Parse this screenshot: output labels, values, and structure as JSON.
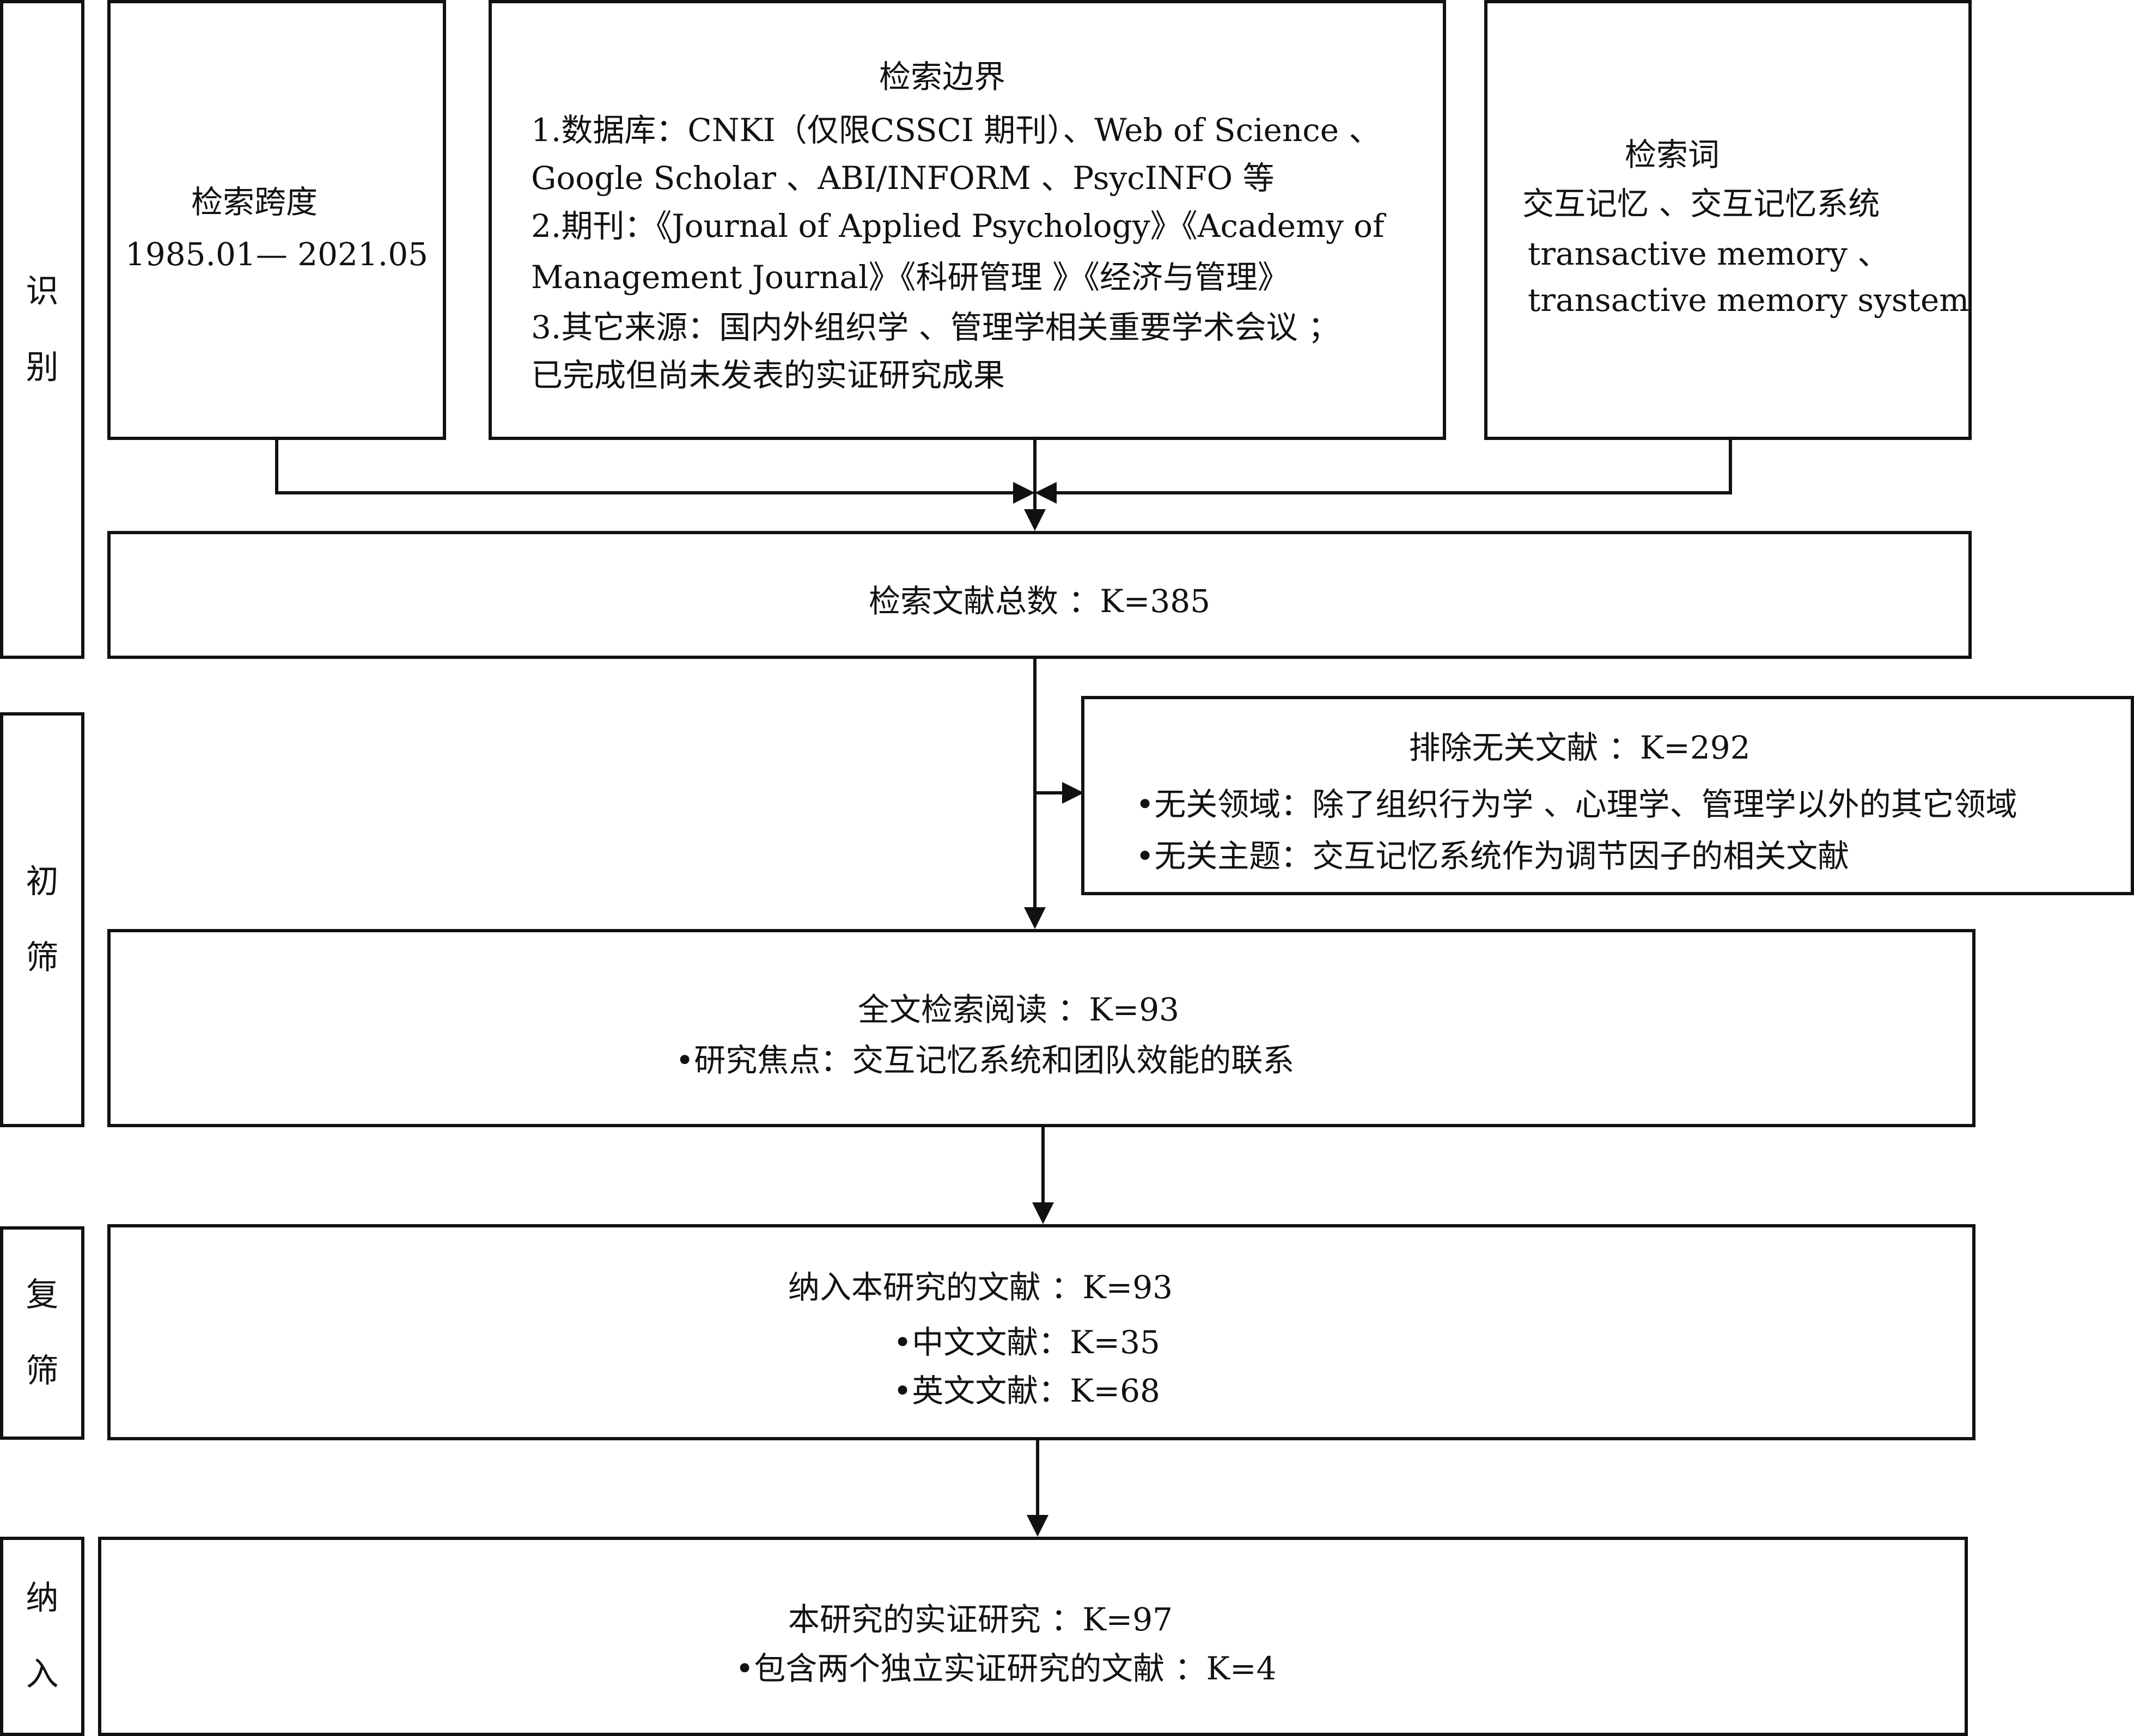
{
  "stages": [
    {
      "chars": [
        "识",
        "别"
      ]
    },
    {
      "chars": [
        "初",
        "筛"
      ]
    },
    {
      "chars": [
        "复",
        "筛"
      ]
    },
    {
      "chars": [
        "纳",
        "入"
      ]
    }
  ],
  "span_box": {
    "title": "检索跨度",
    "range": "1985.01— 2021.05"
  },
  "boundary_box": {
    "title": "检索边界",
    "lines": [
      "1.数据库：CNKI（仅限CSSCI 期刊）、Web of Science 、",
      "Google Scholar 、ABI/INFORM 、PsycINFO 等",
      "2.期刊：《Journal of Applied Psychology》《Academy of",
      "Management Journal》《科研管理 》《经济与管理》",
      "3.其它来源：国内外组织学 、管理学相关重要学术会议 ；",
      "已完成但尚未发表的实证研究成果"
    ]
  },
  "keyword_box": {
    "title": "检索词",
    "lines": [
      "交互记忆 、交互记忆系统",
      "transactive memory 、",
      "transactive memory system"
    ]
  },
  "total_box": {
    "text": "检索文献总数 ：K=385"
  },
  "exclude_box": {
    "title": "排除无关文献 ：K=292",
    "bullets": [
      "•无关领域：除了组织行为学 、心理学、管理学以外的其它领域",
      "•无关主题：交互记忆系统作为调节因子的相关文献"
    ]
  },
  "fulltext_box": {
    "title": "全文检索阅读 ：K=93",
    "bullets": [
      "•研究焦点：交互记忆系统和团队效能的联系"
    ]
  },
  "included_box": {
    "title": "纳入本研究的文献 ：K=93",
    "bullets": [
      "•中文文献：K=35",
      "•英文文献：K=68"
    ]
  },
  "final_box": {
    "title": "本研究的实证研究 ：K=97",
    "bullets": [
      "•包含两个独立实证研究的文献 ：K=4"
    ]
  }
}
